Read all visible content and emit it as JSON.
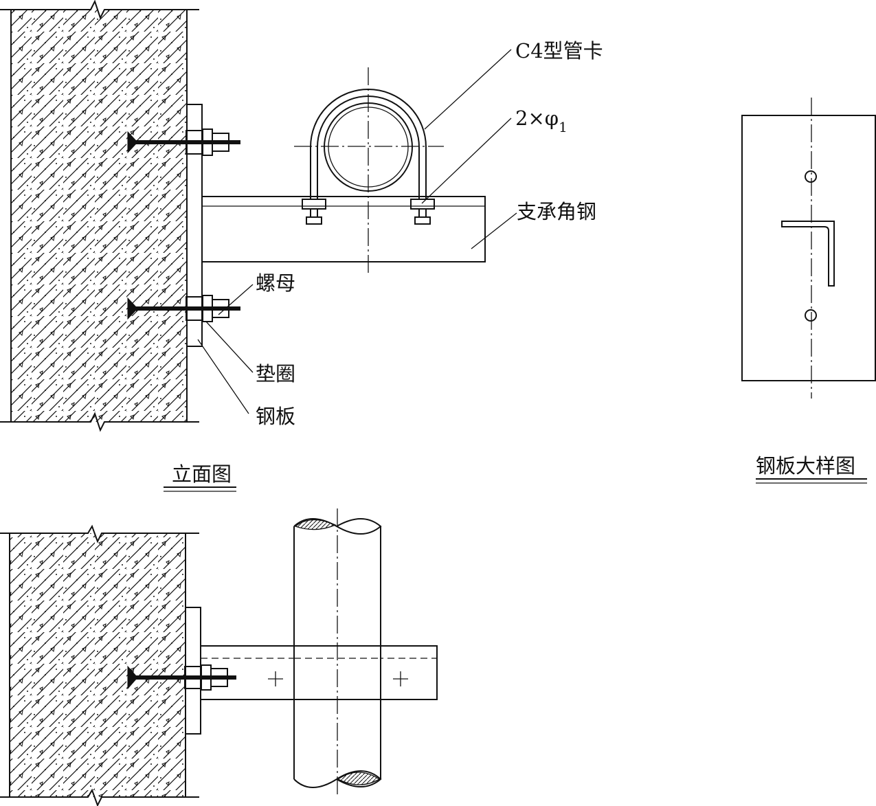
{
  "labels": {
    "pipe_clamp": "C4型管卡",
    "holes": "2×φ",
    "holes_sub": "1",
    "support_angle": "支承角钢",
    "nut": "螺母",
    "washer": "垫圈",
    "steel_plate": "钢板"
  },
  "titles": {
    "elevation": "立面图",
    "plate_detail": "钢板大样图"
  }
}
